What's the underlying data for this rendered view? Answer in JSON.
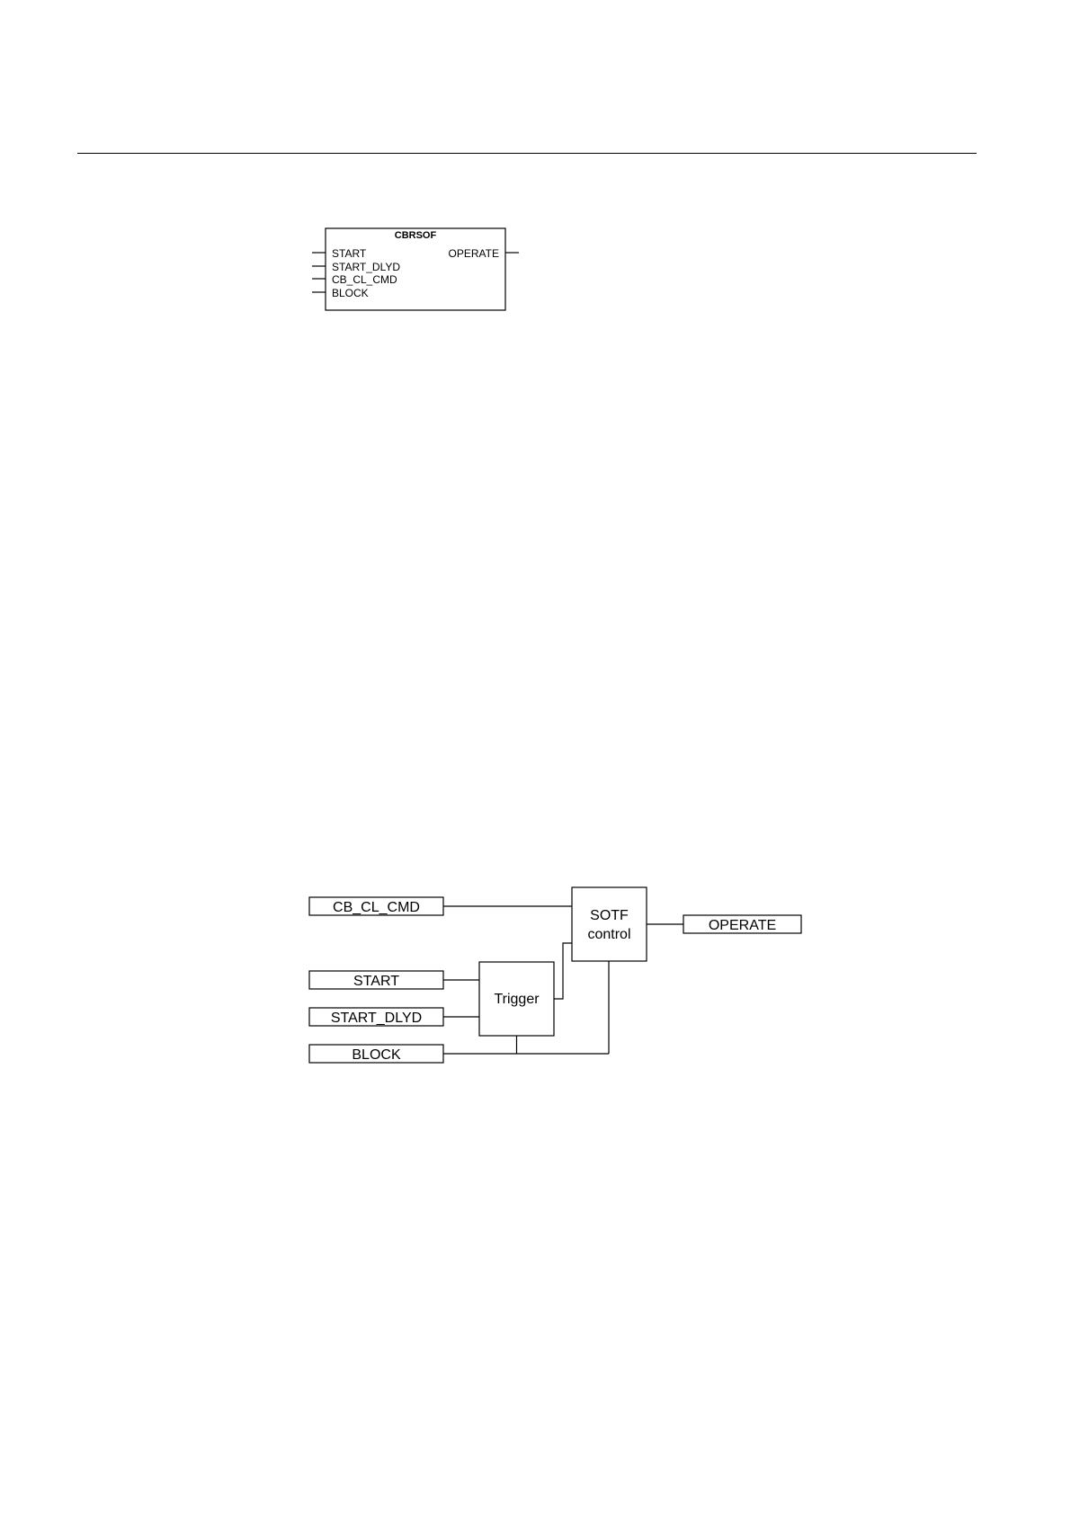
{
  "function_block": {
    "title": "CBRSOF",
    "inputs": [
      "START",
      "START_DLYD",
      "CB_CL_CMD",
      "BLOCK"
    ],
    "outputs": [
      "OPERATE"
    ]
  },
  "logic_diagram": {
    "inputs": {
      "cb_cl_cmd": "CB_CL_CMD",
      "start": "START",
      "start_dlyd": "START_DLYD",
      "block": "BLOCK"
    },
    "blocks": {
      "trigger": "Trigger",
      "sotf_line1": "SOTF",
      "sotf_line2": "control"
    },
    "output": "OPERATE"
  }
}
